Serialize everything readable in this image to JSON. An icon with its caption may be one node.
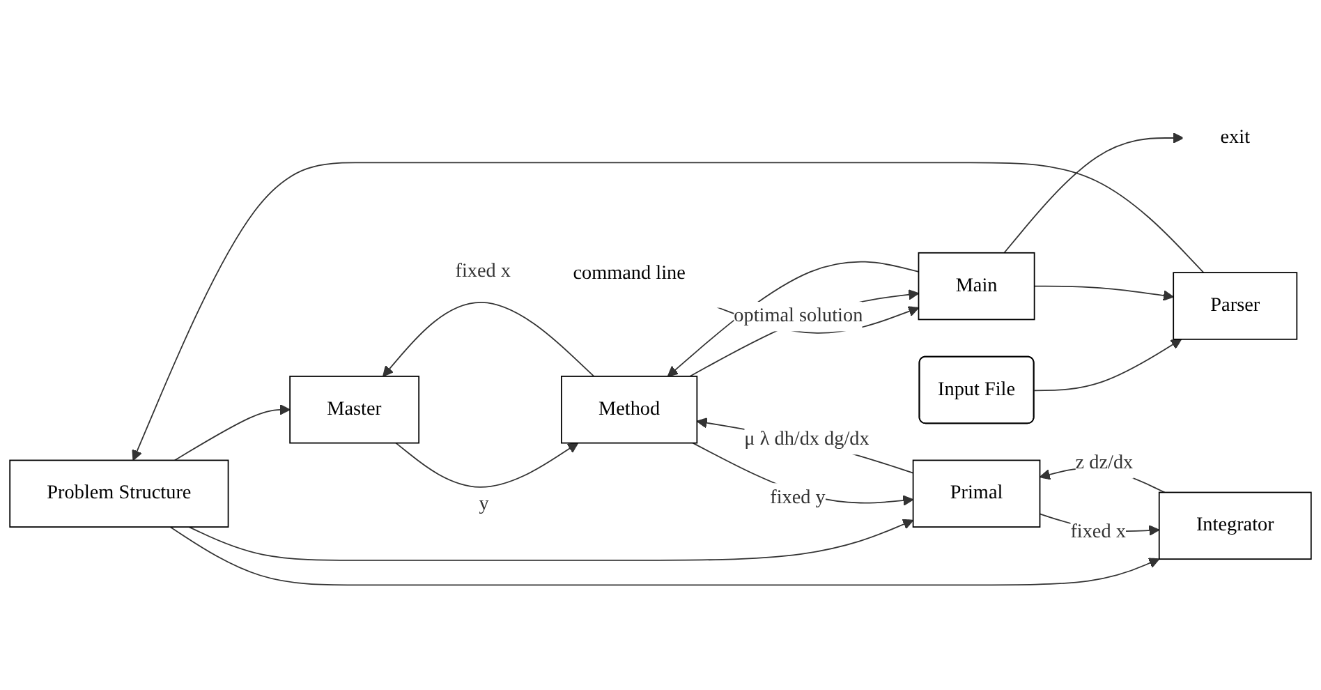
{
  "diagram": {
    "nodes": [
      {
        "text": [
          "Problem Structure"
        ]
      },
      {
        "text": [
          "Input File"
        ]
      },
      {
        "text": [
          "Parser"
        ]
      },
      {
        "text": [
          "Master"
        ]
      },
      {
        "text": [
          "Main"
        ]
      },
      {
        "text": [
          "Method"
        ]
      },
      {
        "text": [
          "Primal"
        ]
      },
      {
        "text": [
          "Integrator"
        ]
      },
      {
        "text": [
          "command line"
        ]
      },
      {
        "text": [
          "exit"
        ]
      }
    ],
    "edges": [
      {
        "from": 2,
        "to": 0,
        "arrow": "to"
      },
      {
        "from": 0,
        "to": 3,
        "arrow": "to"
      },
      {
        "from": 0,
        "to": 6,
        "arrow": "to"
      },
      {
        "from": 0,
        "to": 7,
        "arrow": "to"
      },
      {
        "from": 1,
        "to": 2,
        "arrow": "to"
      },
      {
        "from": 4,
        "to": 2,
        "arrow": "to"
      },
      {
        "from": 8,
        "to": 4,
        "arrow": "to"
      },
      {
        "from": 4,
        "to": 9,
        "arrow": "to"
      },
      {
        "from": 4,
        "to": 5,
        "arrow": "to"
      },
      {
        "from": 5,
        "to": 4,
        "arrow": "to",
        "label": "optimal solution"
      },
      {
        "from": 5,
        "to": 3,
        "arrow": "to",
        "label": "fixed x"
      },
      {
        "from": 3,
        "to": 5,
        "arrow": "to",
        "label": "y"
      },
      {
        "from": 5,
        "to": 6,
        "arrow": "to",
        "label": "fixed y"
      },
      {
        "from": 6,
        "to": 5,
        "arrow": "to",
        "label": "μ λ dh/dx dg/dx"
      },
      {
        "from": 6,
        "to": 7,
        "arrow": "to",
        "label": "fixed x"
      },
      {
        "from": 7,
        "to": 6,
        "arrow": "to",
        "label": "z dz/dx"
      }
    ]
  }
}
